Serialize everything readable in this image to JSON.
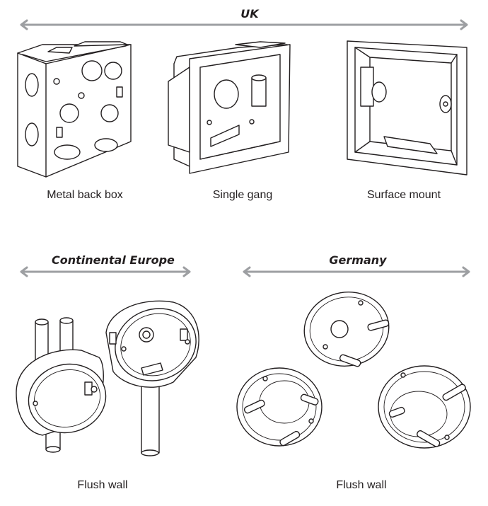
{
  "regions": {
    "uk": {
      "title": "UK"
    },
    "continental": {
      "title": "Continental Europe"
    },
    "germany": {
      "title": "Germany"
    }
  },
  "captions": {
    "metal_back_box": "Metal back box",
    "single_gang": "Single gang",
    "surface_mount": "Surface mount",
    "flush_wall_continental": "Flush wall",
    "flush_wall_germany": "Flush wall"
  },
  "colors": {
    "arrow": "#9d9fa2",
    "line_art": "#231f20"
  }
}
